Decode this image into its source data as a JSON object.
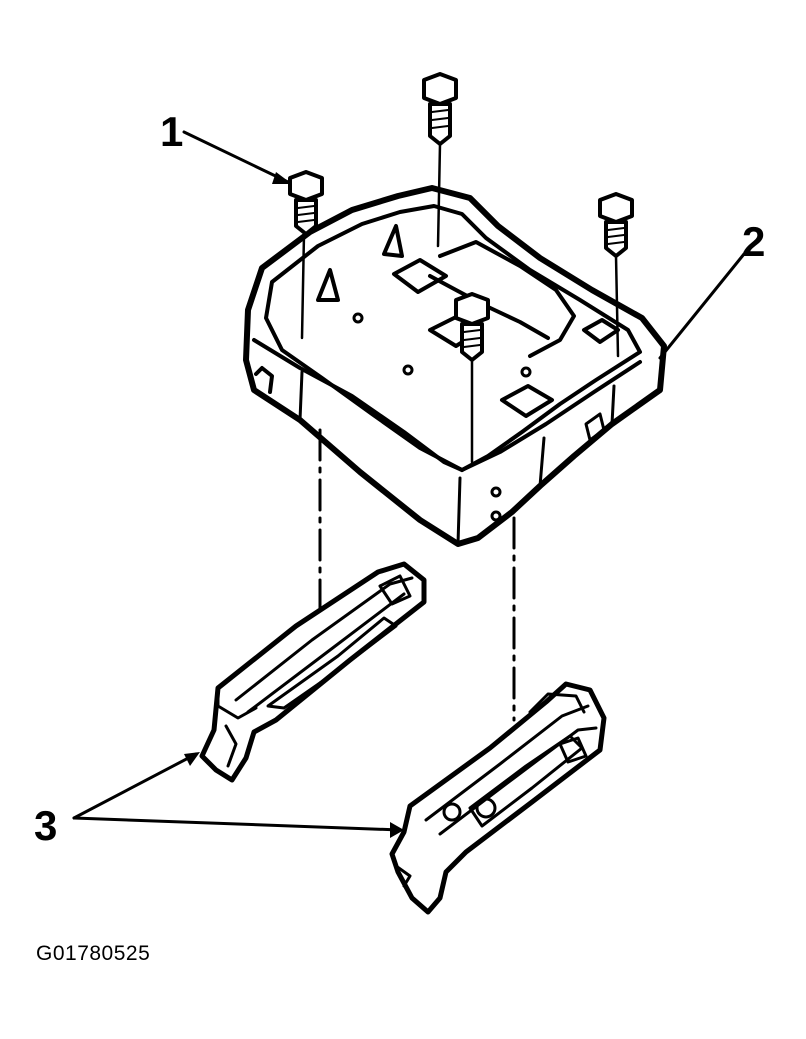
{
  "callouts": {
    "bolt": "1",
    "seat_riser": "2",
    "seat_tracks": "3"
  },
  "figure_id": "G01780525"
}
